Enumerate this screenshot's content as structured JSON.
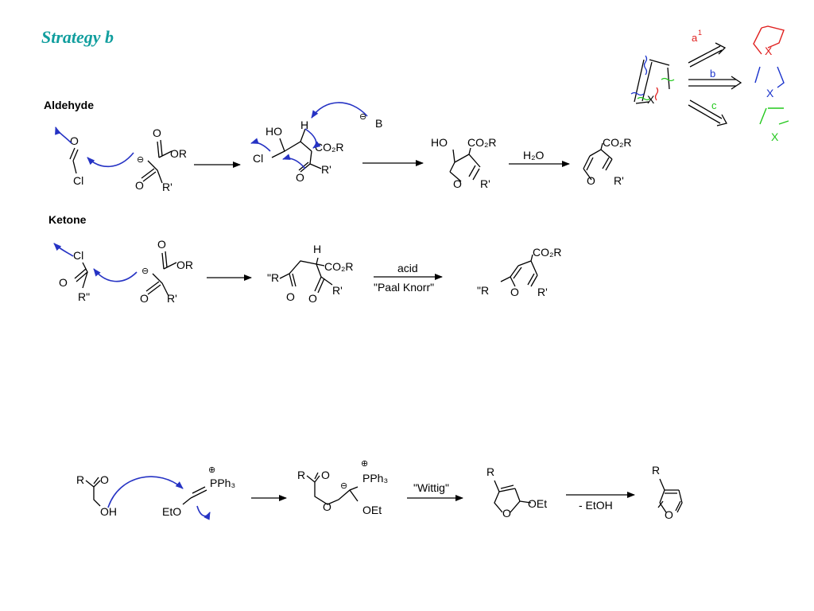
{
  "title": "Strategy b",
  "sections": {
    "aldehyde": "Aldehyde",
    "ketone": "Ketone"
  },
  "colors": {
    "title": "#119e9e",
    "curly_arrow": "#2633c4",
    "route_a": "#e0201f",
    "route_b": "#1a33cc",
    "route_c": "#22c81c"
  },
  "legend": {
    "a": "a",
    "a_sup": "1",
    "b": "b",
    "c": "c",
    "x": "X"
  },
  "labels": {
    "o": "O",
    "cl": "Cl",
    "or": "OR",
    "r_prime": "R'",
    "r_dprime": "R\"",
    "ho": "HO",
    "h": "H",
    "b": "B",
    "co2r": "CO₂R",
    "h2o": "H₂O",
    "r_dq": "\"R",
    "acid": "acid",
    "paal_knorr": "\"Paal Knorr\"",
    "r": "R",
    "oh": "OH",
    "pph3": "PPh₃",
    "eto": "EtO",
    "oet": "OEt",
    "wittig": "\"Wittig\"",
    "minus_etoh": "- EtOH"
  }
}
